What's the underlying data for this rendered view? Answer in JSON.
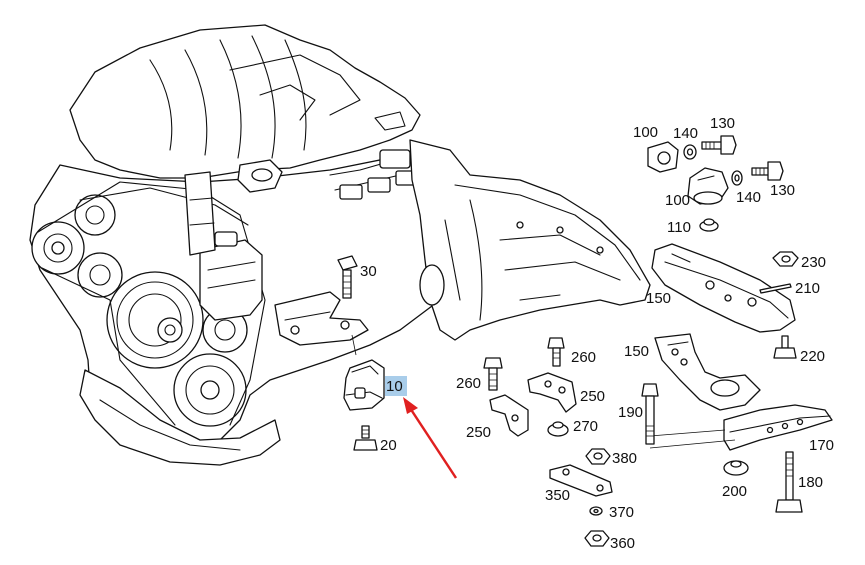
{
  "diagram": {
    "callouts": [
      {
        "id": "c10",
        "text": "10",
        "highlighted": true
      },
      {
        "id": "c20",
        "text": "20"
      },
      {
        "id": "c30",
        "text": "30"
      },
      {
        "id": "c100a",
        "text": "100"
      },
      {
        "id": "c100b",
        "text": "100"
      },
      {
        "id": "c110",
        "text": "110"
      },
      {
        "id": "c130a",
        "text": "130"
      },
      {
        "id": "c130b",
        "text": "130"
      },
      {
        "id": "c140a",
        "text": "140"
      },
      {
        "id": "c140b",
        "text": "140"
      },
      {
        "id": "c150a",
        "text": "150"
      },
      {
        "id": "c150b",
        "text": "150"
      },
      {
        "id": "c170",
        "text": "170"
      },
      {
        "id": "c180",
        "text": "180"
      },
      {
        "id": "c190",
        "text": "190"
      },
      {
        "id": "c200",
        "text": "200"
      },
      {
        "id": "c210",
        "text": "210"
      },
      {
        "id": "c220",
        "text": "220"
      },
      {
        "id": "c230",
        "text": "230"
      },
      {
        "id": "c250a",
        "text": "250"
      },
      {
        "id": "c250b",
        "text": "250"
      },
      {
        "id": "c260a",
        "text": "260"
      },
      {
        "id": "c260b",
        "text": "260"
      },
      {
        "id": "c270",
        "text": "270"
      },
      {
        "id": "c350",
        "text": "350"
      },
      {
        "id": "c360",
        "text": "360"
      },
      {
        "id": "c370",
        "text": "370"
      },
      {
        "id": "c380",
        "text": "380"
      }
    ],
    "colors": {
      "line": "#111111",
      "highlight": "#a9cdea",
      "arrow": "#e02020"
    },
    "icons": [
      "red-pointer-arrow"
    ]
  }
}
